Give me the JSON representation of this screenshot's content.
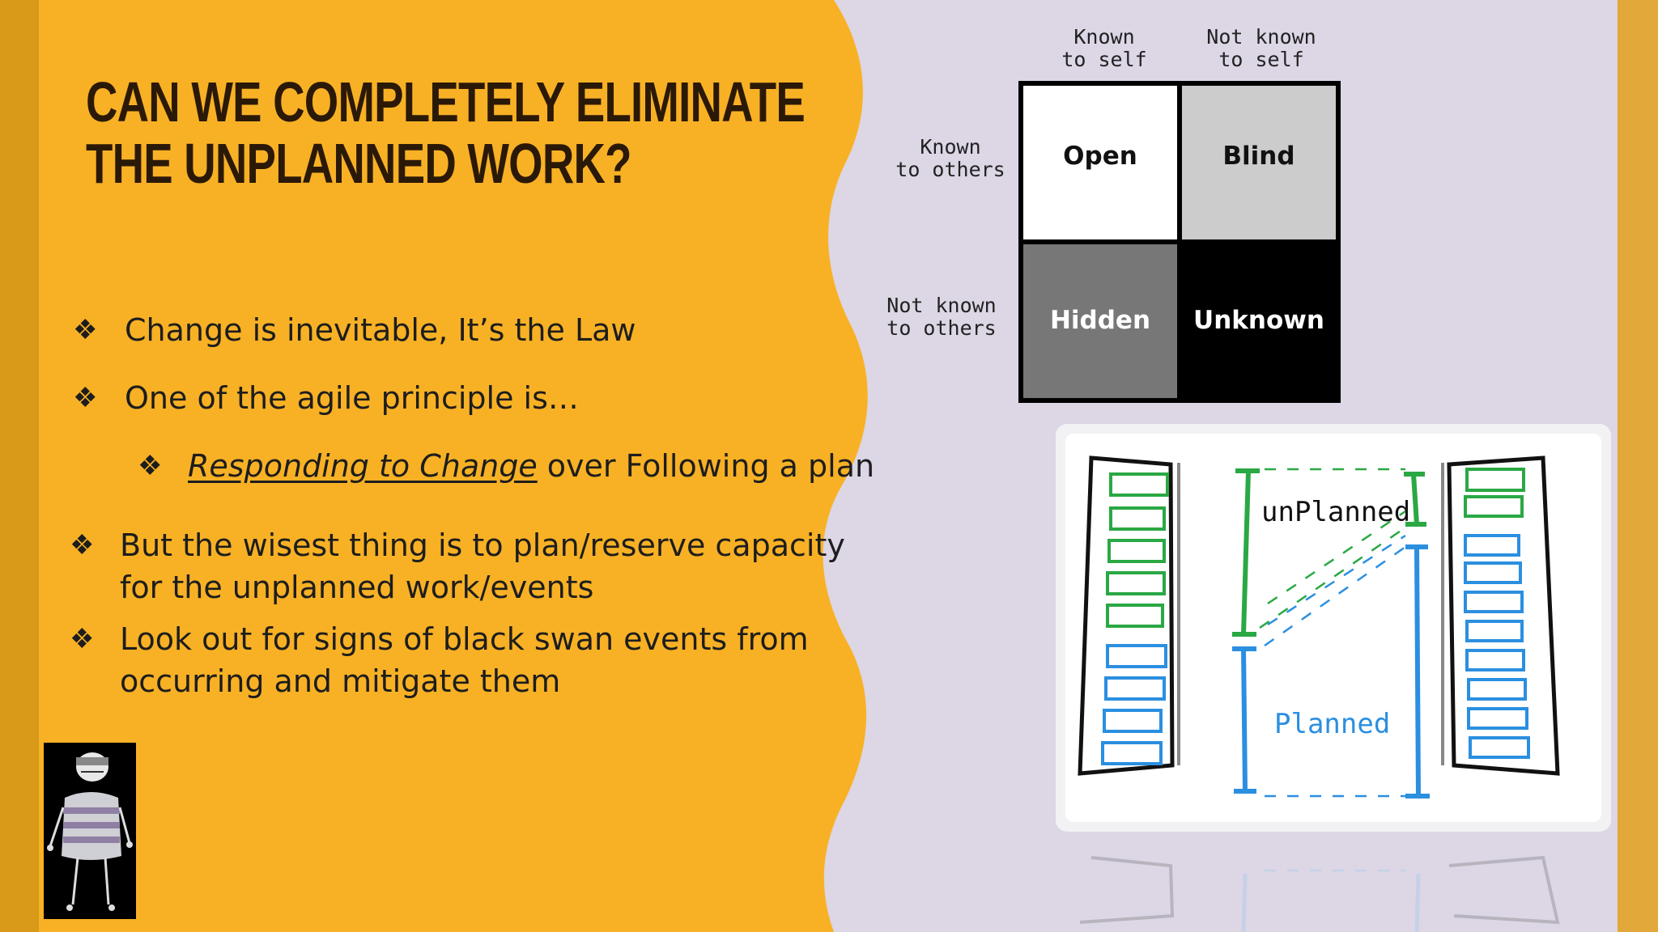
{
  "slide": {
    "title_lines": [
      "CAN WE COMPLETELY ELIMINATE",
      "THE UNPLANNED WORK?"
    ],
    "bullets": {
      "b1": "Change is inevitable, It’s the Law",
      "b2": "One of the agile principle is…",
      "b3_italic": "Responding to Change",
      "b3_rest": " over Following a plan",
      "b4_line1": "But the wisest thing is to plan/reserve capacity",
      "b4_line2": "for the unplanned work/events",
      "b5_line1": "Look out for signs of black swan events from",
      "b5_line2": "occurring  and mitigate them"
    },
    "bullet_marker": "❖"
  },
  "johari": {
    "col_headers": [
      "Known\nto self",
      "Not known\nto self"
    ],
    "row_headers": [
      "Known\nto others",
      "Not known\nto others"
    ],
    "cells": [
      {
        "label": "Open",
        "fill": "#ffffff",
        "text_color": "#111111"
      },
      {
        "label": "Blind",
        "fill": "#cccccc",
        "text_color": "#111111"
      },
      {
        "label": "Hidden",
        "fill": "#777777",
        "text_color": "#ffffff"
      },
      {
        "label": "Unknown",
        "fill": "#000000",
        "text_color": "#ffffff"
      }
    ]
  },
  "sketch": {
    "unplanned_label": "unPlanned",
    "planned_label": "Planned",
    "colors": {
      "green": "#2aa844",
      "blue": "#2b8fe0"
    }
  },
  "theme": {
    "gold": "#f8b125",
    "gold_dark": "#d89a18",
    "lavender": "#dcd6e5"
  }
}
